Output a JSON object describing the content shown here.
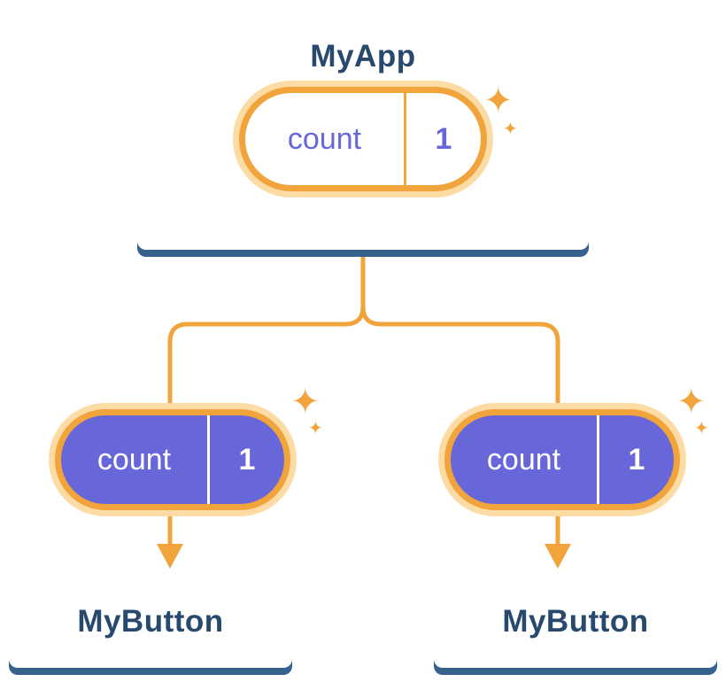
{
  "colors": {
    "orange": "#F2A43C",
    "orange_light_ring": "#FCDCA4",
    "indigo": "#6767D9",
    "navy_text": "#27496D",
    "card_shadow": "#35618C",
    "card_bg": "#FFFFFF"
  },
  "icons": {
    "sparkle": "✦",
    "arrow_down": "arrow-down"
  },
  "tree": {
    "root": {
      "title": "MyApp",
      "pill": {
        "label": "count",
        "value": "1"
      }
    },
    "children": [
      {
        "title": "MyButton",
        "pill": {
          "label": "count",
          "value": "1"
        }
      },
      {
        "title": "MyButton",
        "pill": {
          "label": "count",
          "value": "1"
        }
      }
    ]
  }
}
